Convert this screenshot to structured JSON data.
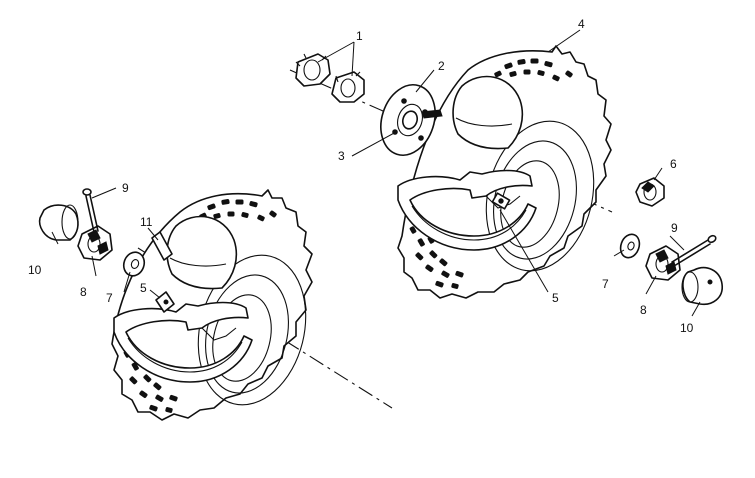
{
  "callouts": {
    "c1": "1",
    "c2": "2",
    "c3": "3",
    "c4": "4",
    "c5_right": "5",
    "c6": "6",
    "c7_right": "7",
    "c8_right": "8",
    "c9_right": "9",
    "c10_right": "10",
    "c9_left": "9",
    "c10_left": "10",
    "c8_left": "8",
    "c7_left": "7",
    "c5_left": "5",
    "c11": "11"
  },
  "colors": {
    "line": "#111111",
    "background": "#ffffff"
  }
}
